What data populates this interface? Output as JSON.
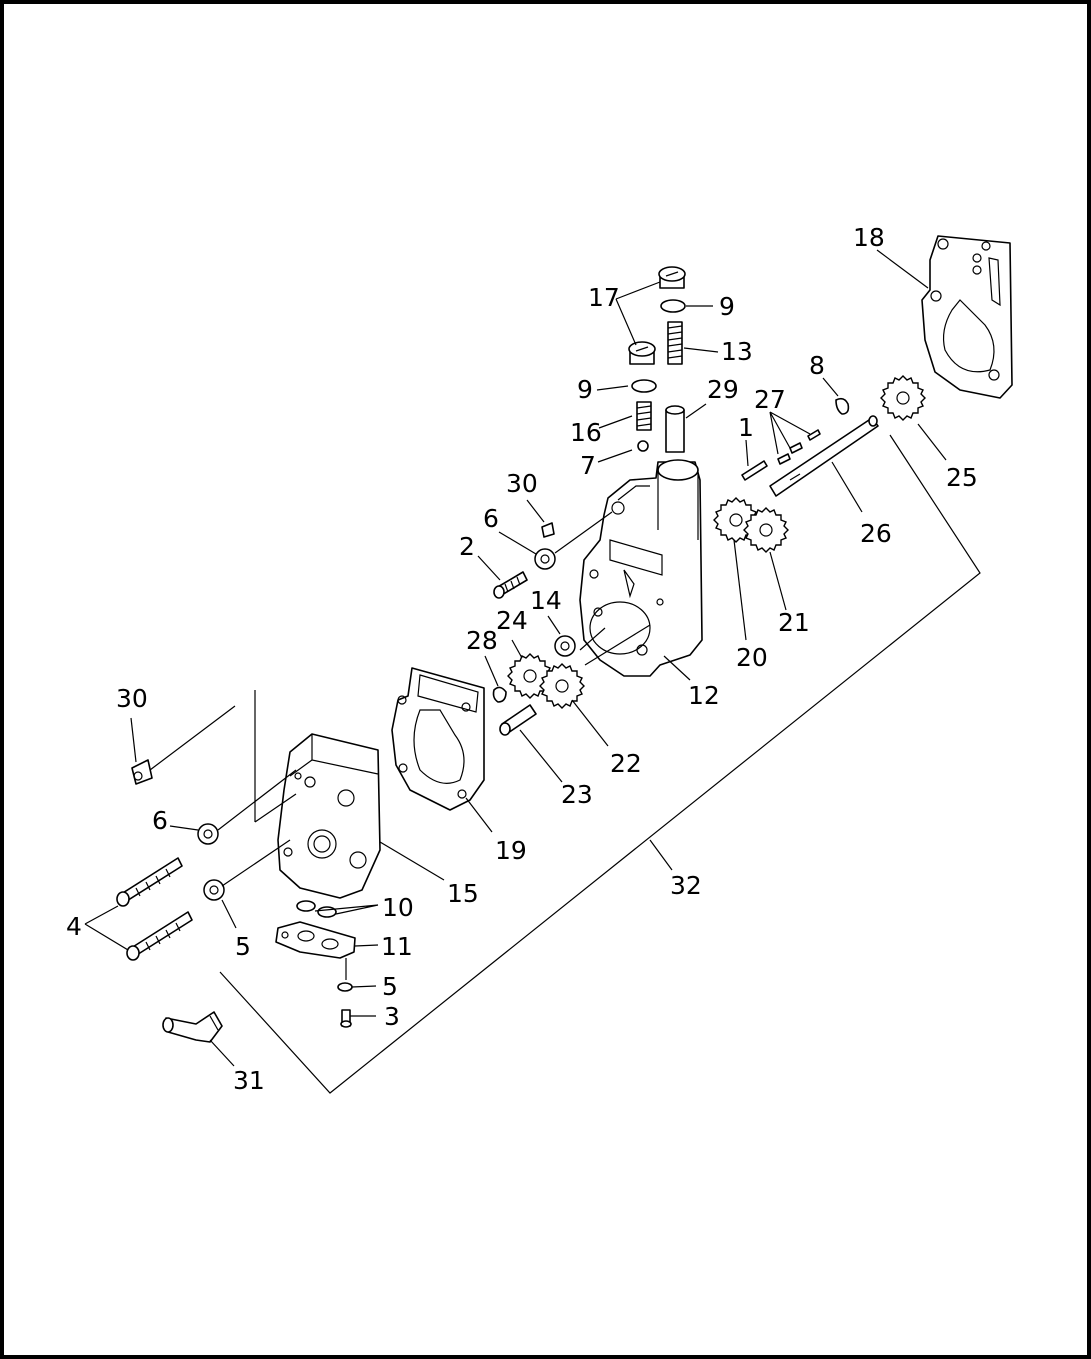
{
  "diagram": {
    "colors": {
      "line": "#000000",
      "background": "#ffffff"
    },
    "callouts": [
      {
        "id": "c18",
        "text": "18"
      },
      {
        "id": "c17",
        "text": "17"
      },
      {
        "id": "c9a",
        "text": "9"
      },
      {
        "id": "c13",
        "text": "13"
      },
      {
        "id": "c9b",
        "text": "9"
      },
      {
        "id": "c29",
        "text": "29"
      },
      {
        "id": "c8",
        "text": "8"
      },
      {
        "id": "c27",
        "text": "27"
      },
      {
        "id": "c16",
        "text": "16"
      },
      {
        "id": "c1",
        "text": "1"
      },
      {
        "id": "c7",
        "text": "7"
      },
      {
        "id": "c25",
        "text": "25"
      },
      {
        "id": "c30a",
        "text": "30"
      },
      {
        "id": "c6a",
        "text": "6"
      },
      {
        "id": "c26",
        "text": "26"
      },
      {
        "id": "c2",
        "text": "2"
      },
      {
        "id": "c14",
        "text": "14"
      },
      {
        "id": "c24",
        "text": "24"
      },
      {
        "id": "c21",
        "text": "21"
      },
      {
        "id": "c28",
        "text": "28"
      },
      {
        "id": "c20",
        "text": "20"
      },
      {
        "id": "c12",
        "text": "12"
      },
      {
        "id": "c30b",
        "text": "30"
      },
      {
        "id": "c22",
        "text": "22"
      },
      {
        "id": "c23",
        "text": "23"
      },
      {
        "id": "c6b",
        "text": "6"
      },
      {
        "id": "c19",
        "text": "19"
      },
      {
        "id": "c32",
        "text": "32"
      },
      {
        "id": "c15",
        "text": "15"
      },
      {
        "id": "c10",
        "text": "10"
      },
      {
        "id": "c4",
        "text": "4"
      },
      {
        "id": "c5a",
        "text": "5"
      },
      {
        "id": "c11",
        "text": "11"
      },
      {
        "id": "c5b",
        "text": "5"
      },
      {
        "id": "c3",
        "text": "3"
      },
      {
        "id": "c31",
        "text": "31"
      }
    ]
  }
}
